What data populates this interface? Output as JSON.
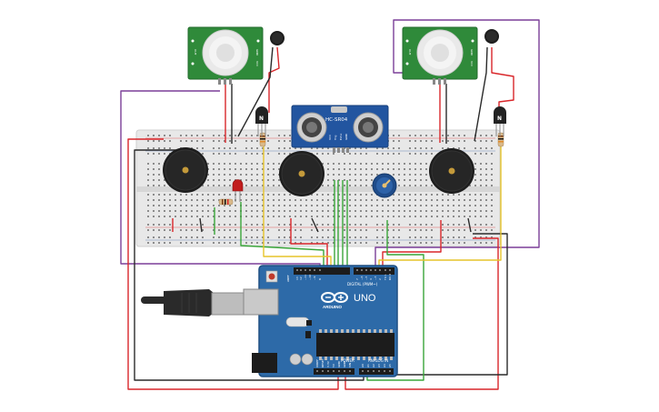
{
  "board": {
    "model_label": "UNO",
    "brand_label": "ARDUINO",
    "digital_label": "DIGITAL (PWM~)",
    "power_label": "POWER",
    "analog_label": "ANALOG IN",
    "aref_label": "AREF",
    "gnd_label": "GND",
    "ioref_label": "IOREF",
    "reset_label": "RESET",
    "v33_label": "3.3V",
    "v5_label": "5V",
    "vin_label": "VIN",
    "digital_pins": [
      "13",
      "12",
      "~11",
      "~10",
      "~9",
      "8",
      "7",
      "~6",
      "~5",
      "4",
      "~3",
      "2",
      "TX 1",
      "RX 0"
    ],
    "analog_pins": [
      "A0",
      "A1",
      "A2",
      "A3",
      "A4",
      "A5"
    ]
  },
  "ultrasonic": {
    "label": "HC-SR04",
    "pins": [
      "VCC",
      "Trig",
      "Echo",
      "GND"
    ]
  },
  "pir_left": {
    "pins": [
      "OUT",
      "GND",
      "VCC"
    ]
  },
  "pir_right": {
    "pins": [
      "OUT",
      "GND",
      "VCC"
    ]
  },
  "transistor_left": {
    "label": "N"
  },
  "transistor_right": {
    "label": "N"
  },
  "colors": {
    "board": "#2d6aa8",
    "board_dark": "#1f4f82",
    "breadboard": "#e6e6e6",
    "pir_pcb": "#2f8a3a",
    "ultrasonic_pcb": "#2255a0",
    "wire_red": "#d9262a",
    "wire_black": "#2a2a2a",
    "wire_green": "#3aa63a",
    "wire_yellow": "#e6c42a",
    "wire_purple": "#7b3f98",
    "wire_orange": "#e08a2a"
  }
}
